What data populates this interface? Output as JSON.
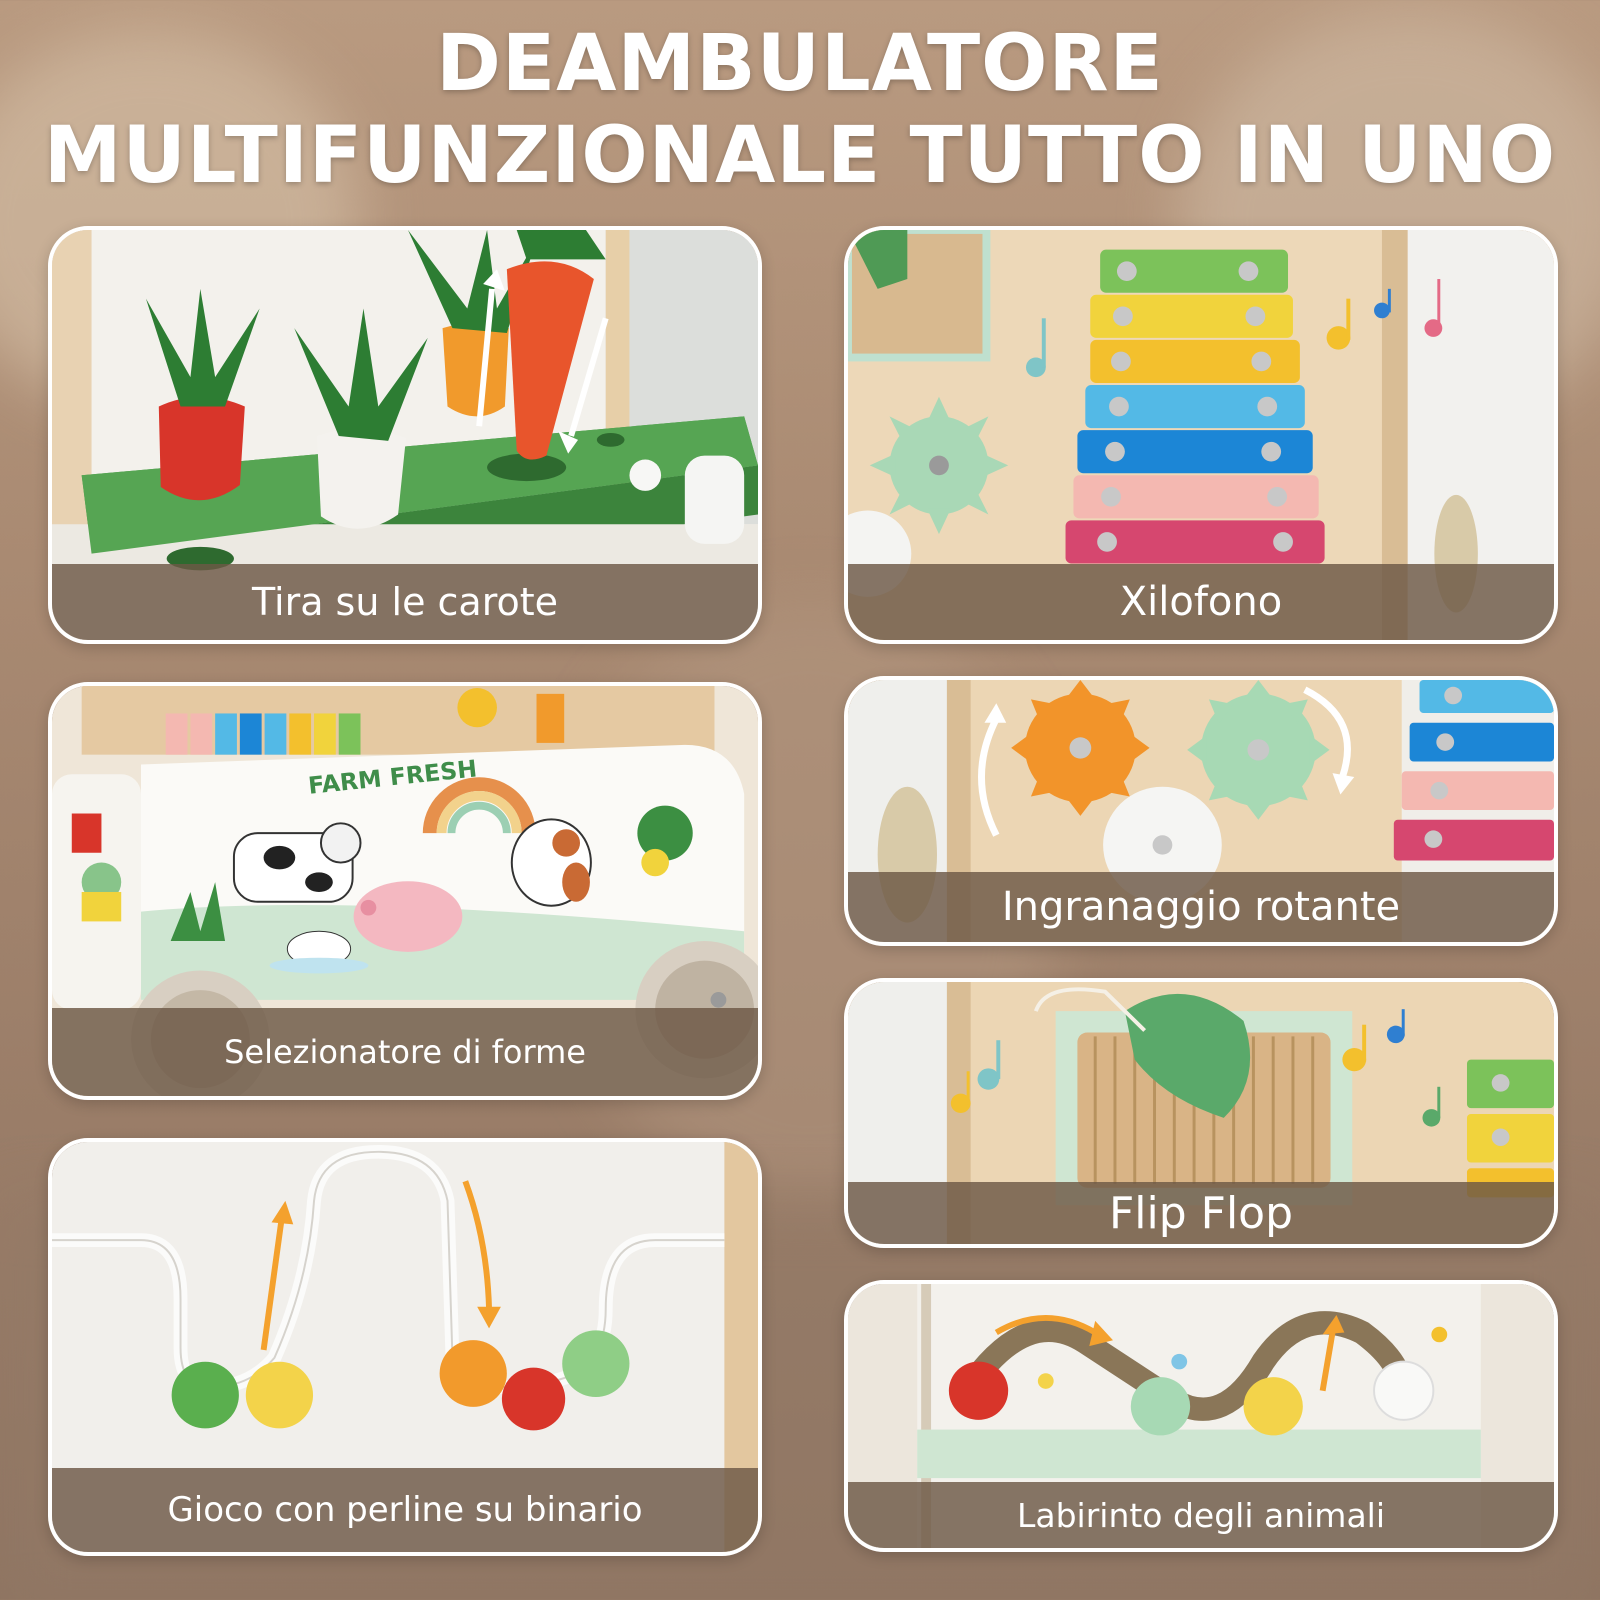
{
  "title": {
    "line1": "DEAMBULATORE",
    "line2": "MULTIFUNZIONALE TUTTO IN UNO"
  },
  "panels": [
    {
      "caption": "Tira su le carote"
    },
    {
      "caption": "Xilofono"
    },
    {
      "caption": "Selezionatore di forme"
    },
    {
      "caption": "Ingranaggio rotante"
    },
    {
      "caption": "Flip Flop"
    },
    {
      "caption": "Gioco con perline su binario"
    },
    {
      "caption": "Labirinto degli animali"
    }
  ],
  "shape_sorter_print": "FARM FRESH",
  "colors": {
    "caption_bg": "#6c5846",
    "card_border": "#ffffff",
    "wood": "#e6c9a3",
    "green": "#5ea85a",
    "carrot": "#e8552c"
  }
}
